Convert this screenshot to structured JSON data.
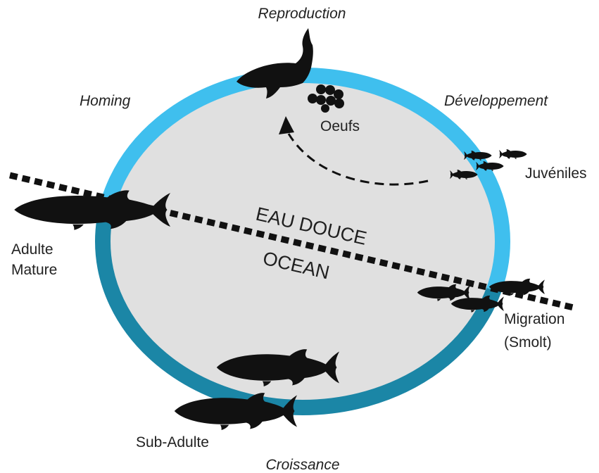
{
  "stages": {
    "reproduction": "Reproduction",
    "developpement": "Développement",
    "homing": "Homing",
    "croissance": "Croissance"
  },
  "life_stages": {
    "oeufs": "Oeufs",
    "juveniles": "Juvéniles",
    "adulte_line1": "Adulte",
    "adulte_line2": "Mature",
    "migration_line1": "Migration",
    "migration_line2": "(Smolt)",
    "sub_adulte": "Sub-Adulte"
  },
  "zones": {
    "freshwater": "EAU DOUCE",
    "ocean": "OCEAN"
  },
  "colors": {
    "freshwater_ring": "#3fbfee",
    "ocean_ring": "#1b86a6",
    "interior": "#e0e0e0",
    "fish": "#111111",
    "boundary_line": "#111111"
  }
}
